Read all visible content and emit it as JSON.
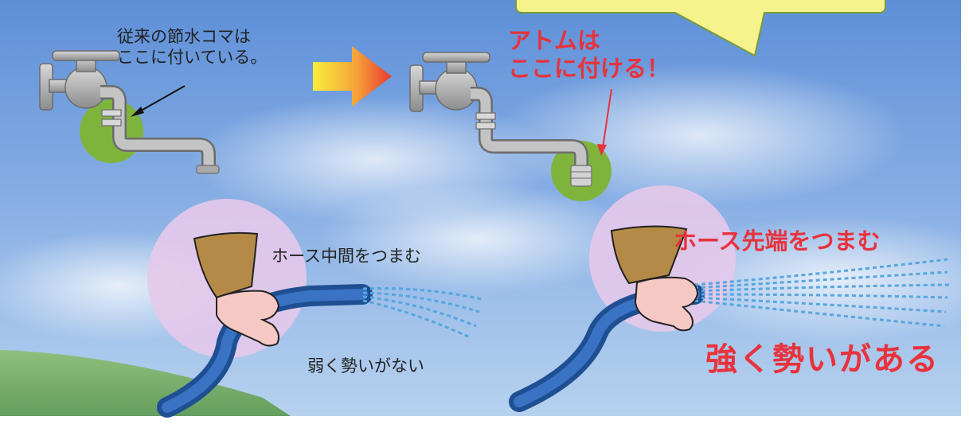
{
  "left_scene": {
    "note_lines": [
      "従来の節水コマは",
      "ここに付いている。"
    ]
  },
  "right_scene": {
    "note_lines": [
      "アトムは",
      "ここに付ける！"
    ]
  },
  "weak_hose": {
    "caption": "ホース中間をつまむ",
    "result": "弱く勢いがない"
  },
  "strong_hose": {
    "caption": "ホース先端をつまむ",
    "result": "強く勢いがある"
  },
  "colors": {
    "sky_top": "#5d8fd8",
    "sky_bottom": "#b9d3ef",
    "highlight_green": "#7fb43c",
    "bubble_pink": "#e6c9ea",
    "hose_blue": "#2d5fa6",
    "water_blue": "#56a6df",
    "accent_red": "#e8323c",
    "callout_yellow": "#f6f28c",
    "faucet_grey": "#b5b5b5"
  },
  "icons": [
    "faucet-icon",
    "hand-icon",
    "hose-icon",
    "arrow-right-icon",
    "water-spray-icon"
  ]
}
